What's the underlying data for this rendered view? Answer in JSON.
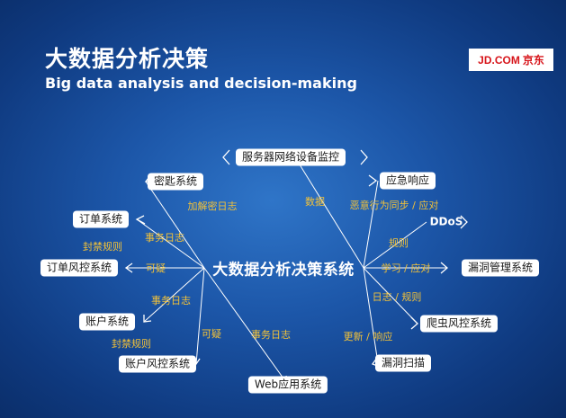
{
  "slide": {
    "title_zh": "大数据分析决策",
    "title_en": "Big data analysis and decision-making",
    "logo": {
      "text": "JD.COM",
      "text_cn": "京东",
      "color": "#d7141a"
    }
  },
  "diagram": {
    "center": "大数据分析决策系统",
    "nodes": {
      "server_monitor": "服务器网络设备监控",
      "key_system": "密匙系统",
      "order_system": "订单系统",
      "order_risk": "订单风控系统",
      "account_system": "账户系统",
      "account_risk": "账户风控系统",
      "web_app": "Web应用系统",
      "emergency": "应急响应",
      "ddos": "DDoS",
      "vuln_mgmt": "漏洞管理系统",
      "crawler_risk": "爬虫风控系统",
      "vuln_scan": "漏洞扫描"
    },
    "edge_labels": {
      "encrypt_log": "加解密日志",
      "data": "数据",
      "malicious_sync": "恶意行为同步 / 应对",
      "business_log_1": "事务日志",
      "block_rule_1": "封禁规则",
      "suspicious_1": "可疑",
      "rules": "规则",
      "learn_respond": "学习 / 应对",
      "business_log_2": "事务日志",
      "log_rules": "日志 / 规则",
      "block_rule_2": "封禁规则",
      "suspicious_2": "可疑",
      "business_log_3": "事务日志",
      "update_respond": "更新 / 响应"
    },
    "colors": {
      "line": "#ffffff",
      "edge_label": "#f3c238",
      "node_bg": "#ffffff"
    }
  }
}
